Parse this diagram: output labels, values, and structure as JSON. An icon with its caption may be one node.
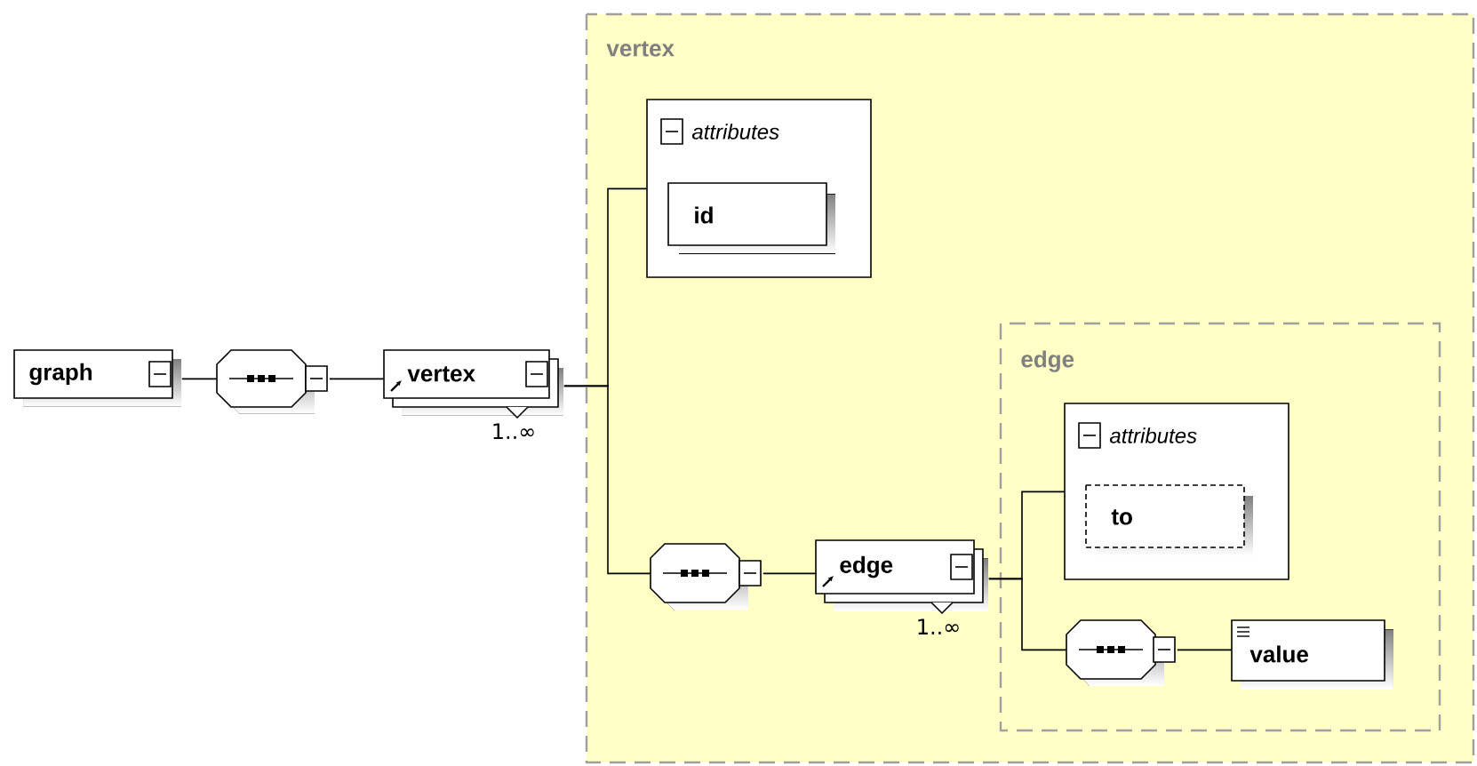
{
  "diagram": {
    "nodes": [
      {
        "text": [
          "graph"
        ]
      },
      {
        "text": [],
        "shape": "octagon"
      },
      {
        "text": [
          "vertex"
        ],
        "beside": [
          "1..∞"
        ]
      },
      {
        "text": [
          "vertex"
        ]
      },
      {
        "text": [
          "attributes"
        ],
        "in": 3
      },
      {
        "text": [
          "id"
        ],
        "in": 4
      },
      {
        "text": [],
        "shape": "octagon",
        "in": 3
      },
      {
        "text": [
          "edge"
        ],
        "beside": [
          "1..∞"
        ],
        "in": 3
      },
      {
        "text": [
          "edge"
        ],
        "in": 3
      },
      {
        "text": [
          "attributes"
        ],
        "in": 8
      },
      {
        "text": [
          "to"
        ],
        "in": 9
      },
      {
        "text": [],
        "shape": "octagon",
        "in": 8
      },
      {
        "text": [
          "value"
        ],
        "in": 8
      }
    ],
    "edges": [
      {
        "from": 0,
        "to": 1,
        "arrow": "none"
      },
      {
        "from": 1,
        "to": 2,
        "arrow": "none"
      },
      {
        "from": 2,
        "to": 4,
        "arrow": "none"
      },
      {
        "from": 2,
        "to": 6,
        "arrow": "none"
      },
      {
        "from": 6,
        "to": 7,
        "arrow": "none"
      },
      {
        "from": 7,
        "to": 9,
        "arrow": "none"
      },
      {
        "from": 7,
        "to": 11,
        "arrow": "none"
      },
      {
        "from": 11,
        "to": 12,
        "arrow": "none"
      }
    ]
  }
}
